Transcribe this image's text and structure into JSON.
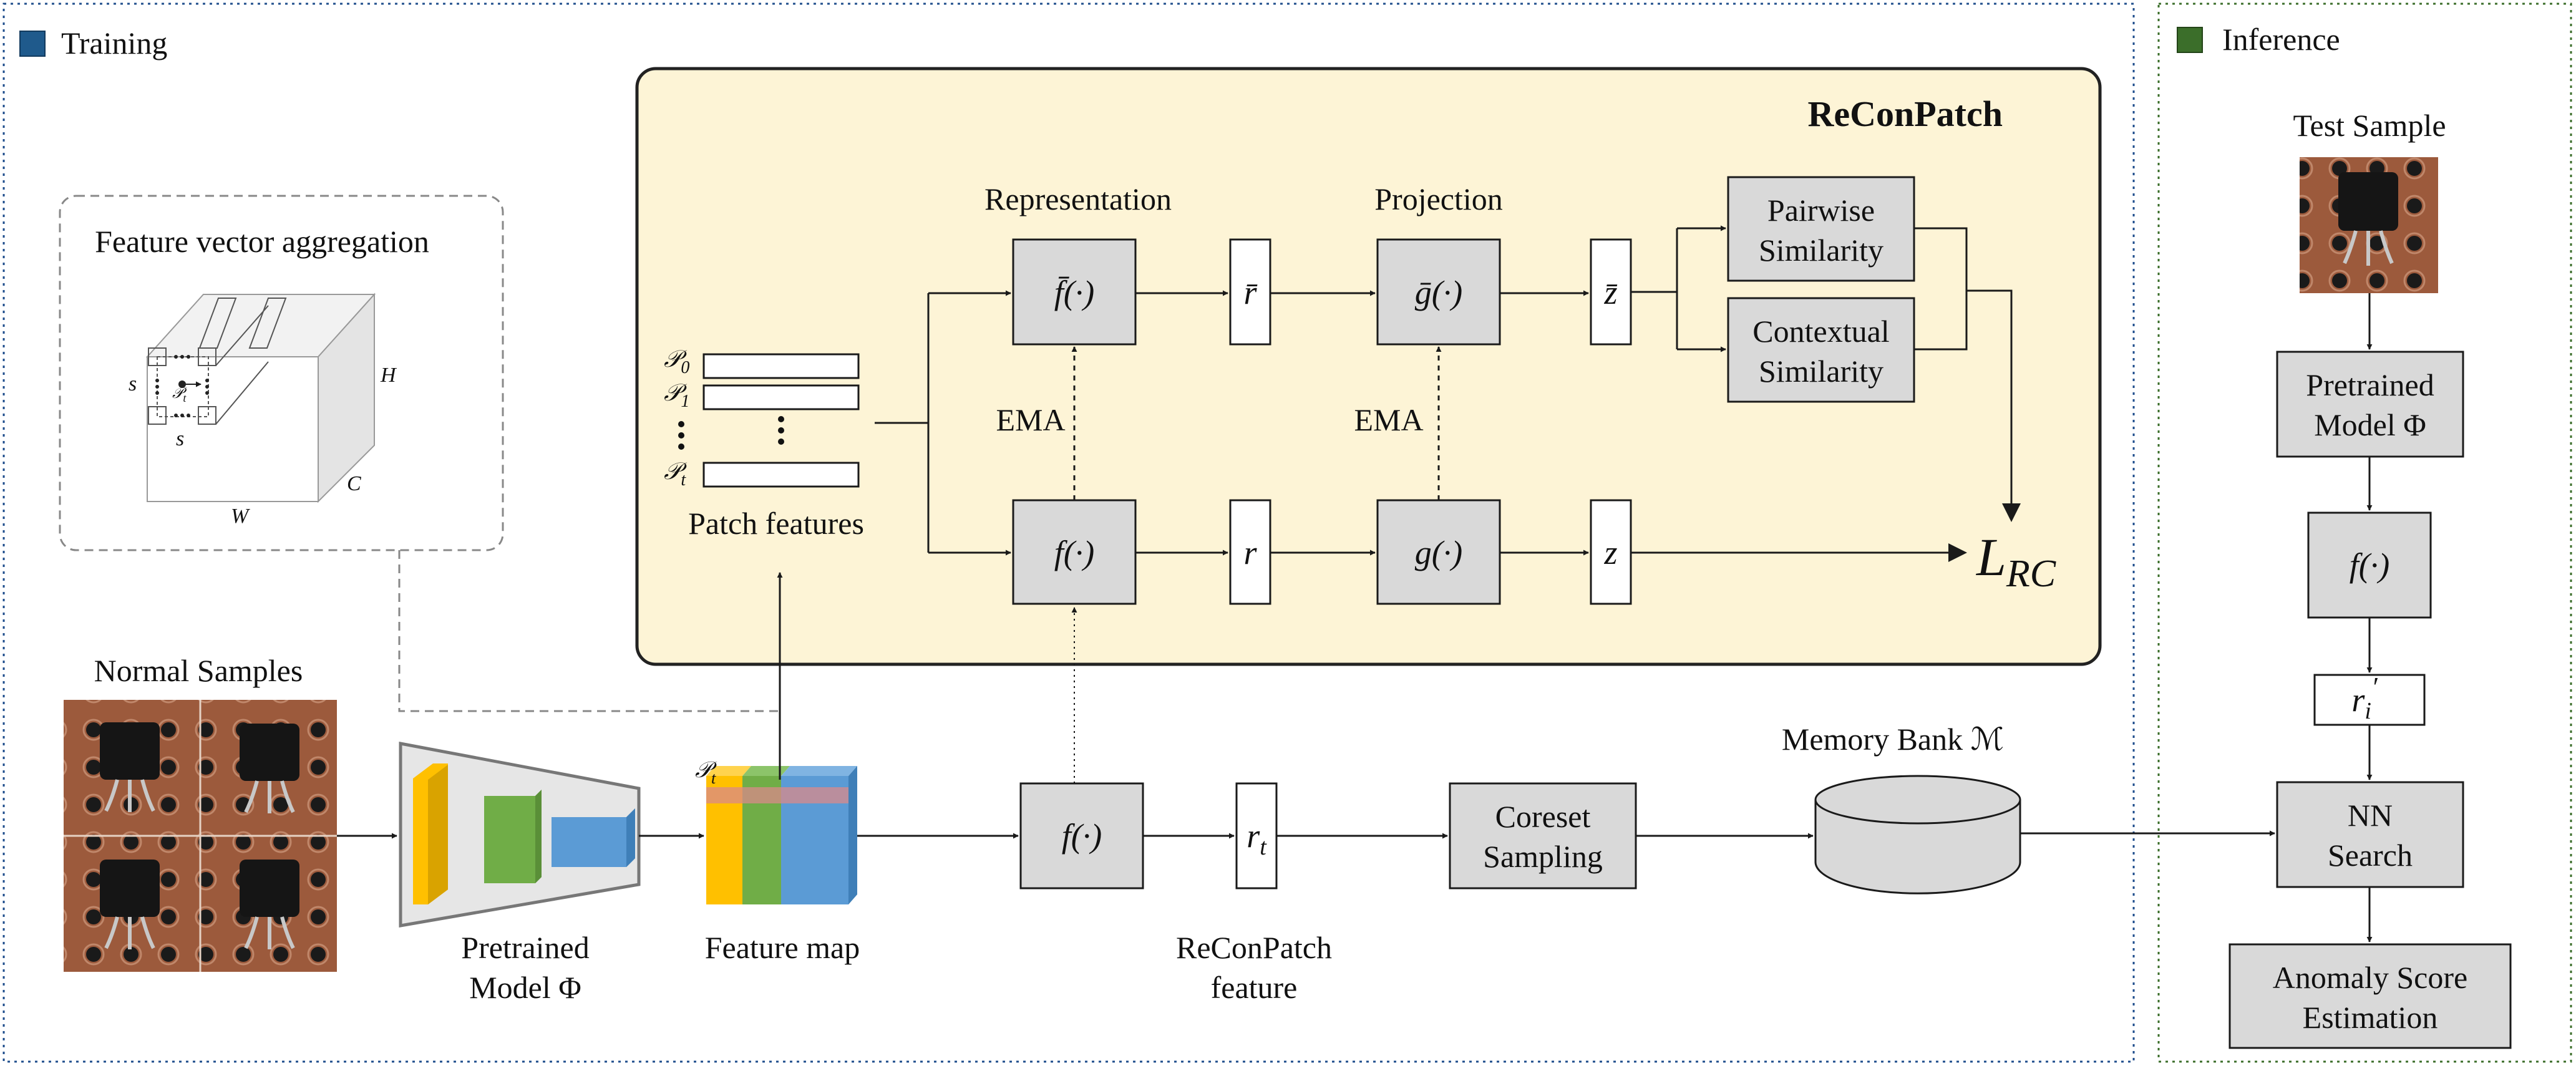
{
  "legend": {
    "training": "Training",
    "inference": "Inference",
    "training_color": "#1f5a8c",
    "inference_color": "#3b6e2a"
  },
  "reconpatch_panel": {
    "title": "ReConPatch",
    "background_color": "#fdf4d6",
    "representation": "Representation",
    "projection": "Projection",
    "ema_1": "EMA",
    "ema_2": "EMA",
    "f_bar": "f̄(·)",
    "g_bar": "ḡ(·)",
    "f": "f(·)",
    "g": "g(·)",
    "r_bar": "r̄",
    "z_bar": "z̄",
    "r": "r",
    "z": "z",
    "pairwise_line1": "Pairwise",
    "pairwise_line2": "Similarity",
    "contextual_line1": "Contextual",
    "contextual_line2": "Similarity",
    "loss_main": "L",
    "loss_sub": "RC",
    "patch_features": "Patch features",
    "patch_labels": [
      "𝒫",
      "𝒫",
      "𝒫"
    ],
    "patch_subs": [
      "0",
      "1",
      "t"
    ]
  },
  "aggregation": {
    "title": "Feature vector aggregation",
    "label_h": "H",
    "label_w": "W",
    "label_c": "C",
    "label_s_left": "s",
    "label_s_bottom": "s",
    "label_p": "𝒫",
    "label_p_sub": "t"
  },
  "pipeline": {
    "normal_samples": "Normal Samples",
    "pretrained_line1": "Pretrained",
    "pretrained_line2": "Model Φ",
    "feature_map": "Feature map",
    "feature_map_p": "𝒫",
    "feature_map_p_sub": "t",
    "f": "f(·)",
    "r_main": "r",
    "r_sub": "t",
    "reconpatch_feature_line1": "ReConPatch",
    "reconpatch_feature_line2": "feature",
    "coreset_line1": "Coreset",
    "coreset_line2": "Sampling",
    "memory_bank": "Memory Bank ℳ"
  },
  "inference": {
    "test_sample": "Test Sample",
    "pretrained_line1": "Pretrained",
    "pretrained_line2": "Model Φ",
    "f": "f(·)",
    "r_main": "r",
    "r_sub": "i",
    "r_prime": "′",
    "nn_line1": "NN",
    "nn_line2": "Search",
    "anomaly_line1": "Anomaly Score",
    "anomaly_line2": "Estimation"
  },
  "feature_colors": {
    "yellow": "#ffc000",
    "green": "#70ad47",
    "blue": "#5b9bd5",
    "box_gray": "#d9d9d9",
    "panel_border": "#222222"
  }
}
